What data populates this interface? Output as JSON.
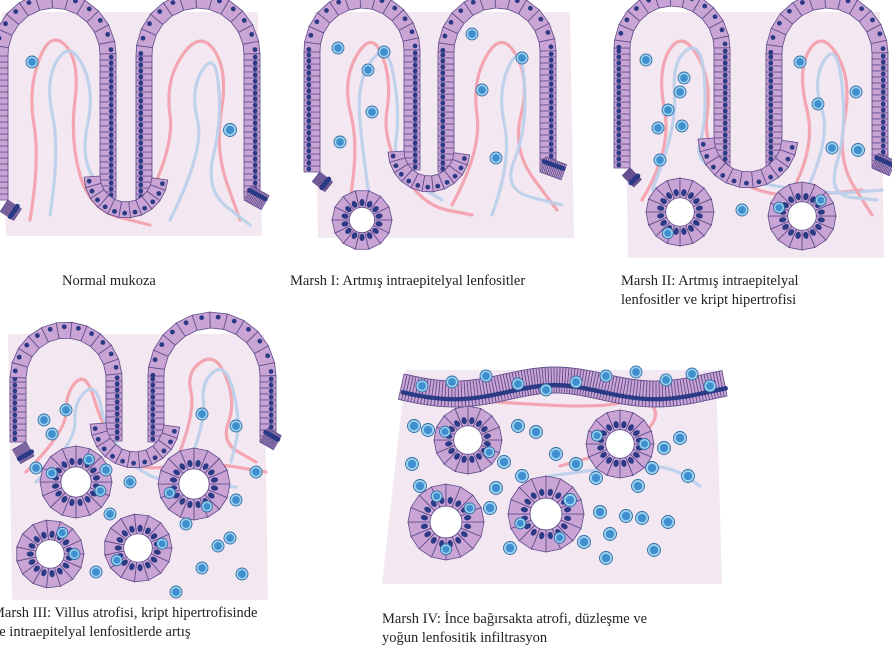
{
  "panels": [
    {
      "id": "normal",
      "caption": [
        "Normal mukoza"
      ]
    },
    {
      "id": "marsh1",
      "caption": [
        "Marsh I: Artmış intraepitelyal lenfositler"
      ]
    },
    {
      "id": "marsh2",
      "caption": [
        "Marsh II: Artmış intraepitelyal",
        "lenfositler ve kript hipertrofisi"
      ]
    },
    {
      "id": "marsh3",
      "caption": [
        "Marsh III: Villus atrofisi, kript hipertrofisinde",
        "ve intraepitelyal lenfositlerde artış"
      ]
    },
    {
      "id": "marsh4",
      "caption": [
        "Marsh IV: İnce bağırsakta atrofi, düzleşme ve",
        "yoğun lenfositik infiltrasyon"
      ]
    }
  ],
  "colors": {
    "lamina": "#f3e8f1",
    "epithelium": "#c9a4d4",
    "epithelium_stroke": "#5d4a8a",
    "nucleus": "#2a3a84",
    "lymphocyte_outer": "#9fd0ec",
    "lymphocyte_inner": "#3d8fcf",
    "artery": "#f2a2ad",
    "vein": "#bcd0ea"
  }
}
